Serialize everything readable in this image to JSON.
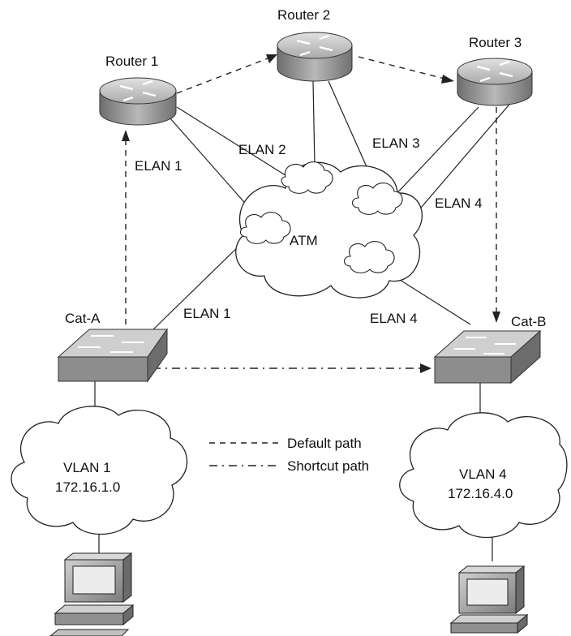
{
  "nodes": {
    "router1": "Router 1",
    "router2": "Router 2",
    "router3": "Router 3",
    "switch_a": "Cat-A",
    "switch_b": "Cat-B",
    "atm": "ATM",
    "vlan1": {
      "name": "VLAN 1",
      "subnet": "172.16.1.0"
    },
    "vlan4": {
      "name": "VLAN 4",
      "subnet": "172.16.4.0"
    }
  },
  "links": {
    "elan1_router": "ELAN 1",
    "elan2": "ELAN 2",
    "elan3": "ELAN 3",
    "elan4_router": "ELAN 4",
    "elan1_switch": "ELAN 1",
    "elan4_switch": "ELAN 4"
  },
  "legend": {
    "default_path": "Default path",
    "shortcut_path": "Shortcut path"
  },
  "colors": {
    "device_body": "#8f8f8f",
    "device_top": "#cfcfcf",
    "line": "#222222",
    "background": "#ffffff"
  }
}
